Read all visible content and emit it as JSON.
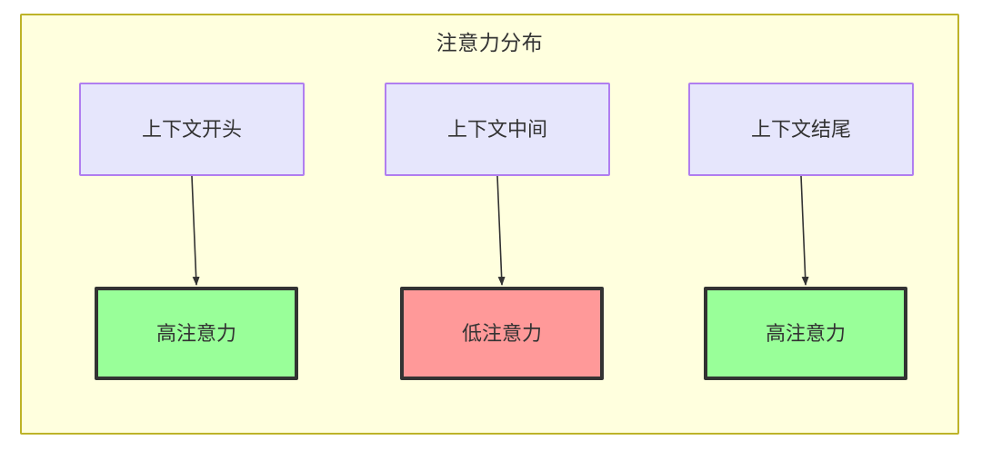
{
  "diagram": {
    "title": "注意力分布",
    "colors": {
      "container_fill": "#ffffde",
      "container_border": "#bdb329",
      "context_fill": "#e6e6fc",
      "context_border": "#b07ef0",
      "high_attention_fill": "#99ff99",
      "low_attention_fill": "#ff9999",
      "node_border_dark": "#333333",
      "edge": "#333333",
      "text": "#333333"
    },
    "columns": [
      {
        "context": {
          "label": "上下文开头"
        },
        "attention": {
          "label": "高注意力",
          "level": "high"
        }
      },
      {
        "context": {
          "label": "上下文中间"
        },
        "attention": {
          "label": "低注意力",
          "level": "low"
        }
      },
      {
        "context": {
          "label": "上下文结尾"
        },
        "attention": {
          "label": "高注意力",
          "level": "high"
        }
      }
    ]
  }
}
